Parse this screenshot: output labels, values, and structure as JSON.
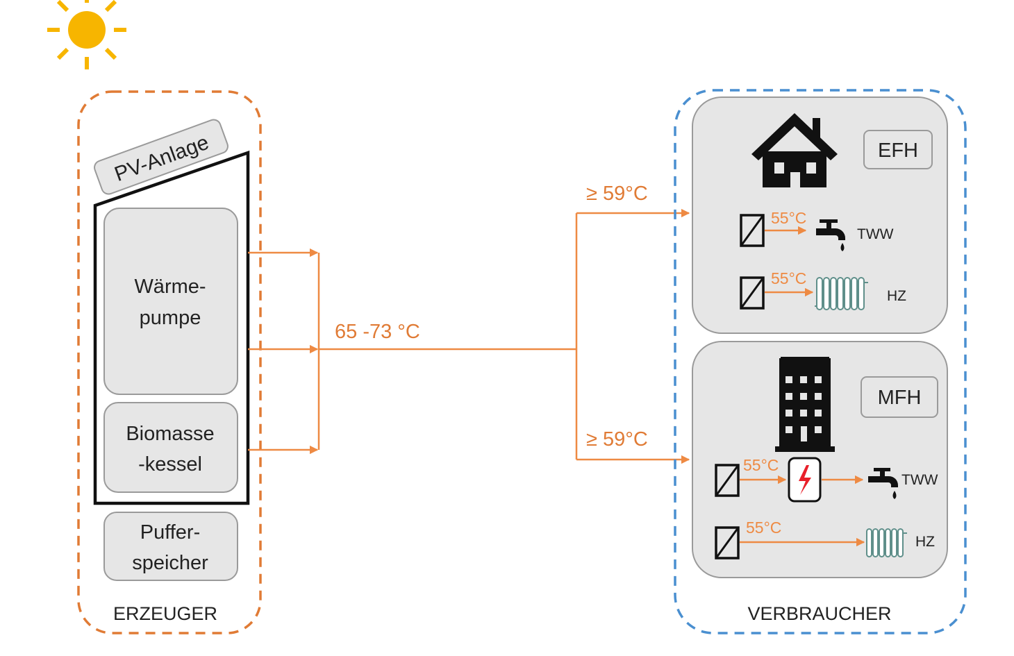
{
  "producer": {
    "group_label": "ERZEUGER",
    "pv_label": "PV-Anlage",
    "heat_pump_line1": "Wärme-",
    "heat_pump_line2": "pumpe",
    "biomass_line1": "Biomasse",
    "biomass_line2": "-kessel",
    "buffer_line1": "Puffer-",
    "buffer_line2": "speicher"
  },
  "network": {
    "supply_temp": "65 -73 °C",
    "efh_temp": "≥ 59°C",
    "mfh_temp": "≥ 59°C"
  },
  "consumer": {
    "group_label": "VERBRAUCHER",
    "efh": {
      "badge": "EFH",
      "tww_temp": "55°C",
      "tww_label": "TWW",
      "hz_temp": "55°C",
      "hz_label": "HZ"
    },
    "mfh": {
      "badge": "MFH",
      "tww_temp": "55°C",
      "tww_label": "TWW",
      "hz_temp": "55°C",
      "hz_label": "HZ"
    }
  },
  "colors": {
    "producer_border": "#e07b35",
    "consumer_border": "#4a8fd0",
    "pipe": "#ee8a43",
    "temp_text": "#e07b35",
    "box_fill": "#e6e6e6",
    "box_stroke": "#9a9a9a",
    "sun": "#f7b500",
    "radiator": "#5f8f8a",
    "heater_bolt": "#e8202a"
  },
  "icons": [
    "sun-icon",
    "house-icon",
    "apartment-building-icon",
    "tap-icon",
    "radiator-icon",
    "heat-exchanger-icon",
    "electric-heater-icon"
  ]
}
